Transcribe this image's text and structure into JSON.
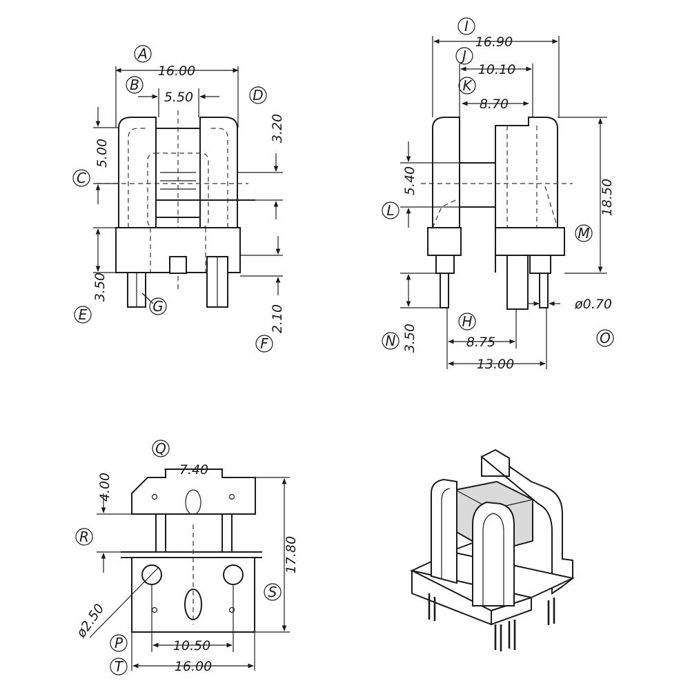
{
  "colors": {
    "line": "#1a1a1a",
    "background": "#ffffff",
    "shade": "#dadada"
  },
  "front_view": {
    "labels": {
      "A": "A",
      "B": "B",
      "C": "C",
      "D": "D",
      "E": "E",
      "G": "G",
      "F": "F"
    },
    "dims": {
      "A": "16.00",
      "B": "5.50",
      "C": "5.00",
      "D": "3.20",
      "E": "3.50",
      "F": "2.10"
    }
  },
  "side_view": {
    "labels": {
      "I": "I",
      "J": "J",
      "K": "K",
      "L": "L",
      "M": "M",
      "N": "N",
      "H": "H",
      "O": "O"
    },
    "dims": {
      "I": "16.90",
      "J": "10.10",
      "K": "8.70",
      "L": "5.40",
      "M": "18.50",
      "N": "3.50",
      "H": "8.75",
      "O_dia": "ø0.70",
      "span": "13.00"
    }
  },
  "bottom_view": {
    "labels": {
      "Q": "Q",
      "R": "R",
      "S": "S",
      "P": "P",
      "T": "T"
    },
    "dims": {
      "Q": "7.40",
      "R": "4.00",
      "S": "17.80",
      "hole": "ø2.50",
      "P": "10.50",
      "T": "16.00"
    }
  }
}
